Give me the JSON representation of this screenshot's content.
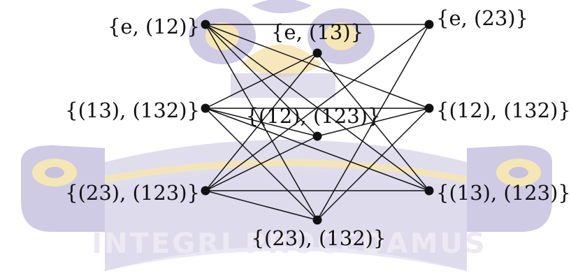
{
  "colors": {
    "edge": "#111111",
    "node": "#111111",
    "watermark_purple": "#c7c2df",
    "watermark_gold": "#f5e6b5",
    "watermark_text": "#ece9f3"
  },
  "watermark": {
    "motto": "INTEGRI PROCEDAMUS"
  },
  "graph": {
    "nodes": [
      {
        "id": "n1",
        "label": "{e, (12)}"
      },
      {
        "id": "n2",
        "label": "{(13), (132)}"
      },
      {
        "id": "n3",
        "label": "{(23), (123)}"
      },
      {
        "id": "n4",
        "label": "{e, (13)}"
      },
      {
        "id": "n5",
        "label": "{(12), (123)}"
      },
      {
        "id": "n6",
        "label": "{(23), (132)}"
      },
      {
        "id": "n7",
        "label": "{e, (23)}"
      },
      {
        "id": "n8",
        "label": "{(12), (132)}"
      },
      {
        "id": "n9",
        "label": "{(13), (123)}"
      }
    ],
    "edges": [
      [
        "n1",
        "n7"
      ],
      [
        "n1",
        "n8"
      ],
      [
        "n1",
        "n9"
      ],
      [
        "n1",
        "n5"
      ],
      [
        "n1",
        "n6"
      ],
      [
        "n2",
        "n4"
      ],
      [
        "n2",
        "n8"
      ],
      [
        "n2",
        "n9"
      ],
      [
        "n2",
        "n5"
      ],
      [
        "n2",
        "n6"
      ],
      [
        "n3",
        "n4"
      ],
      [
        "n3",
        "n5"
      ],
      [
        "n3",
        "n9"
      ],
      [
        "n3",
        "n6"
      ],
      [
        "n3",
        "n7"
      ],
      [
        "n4",
        "n9"
      ],
      [
        "n5",
        "n8"
      ],
      [
        "n6",
        "n7"
      ],
      [
        "n6",
        "n8"
      ]
    ]
  }
}
